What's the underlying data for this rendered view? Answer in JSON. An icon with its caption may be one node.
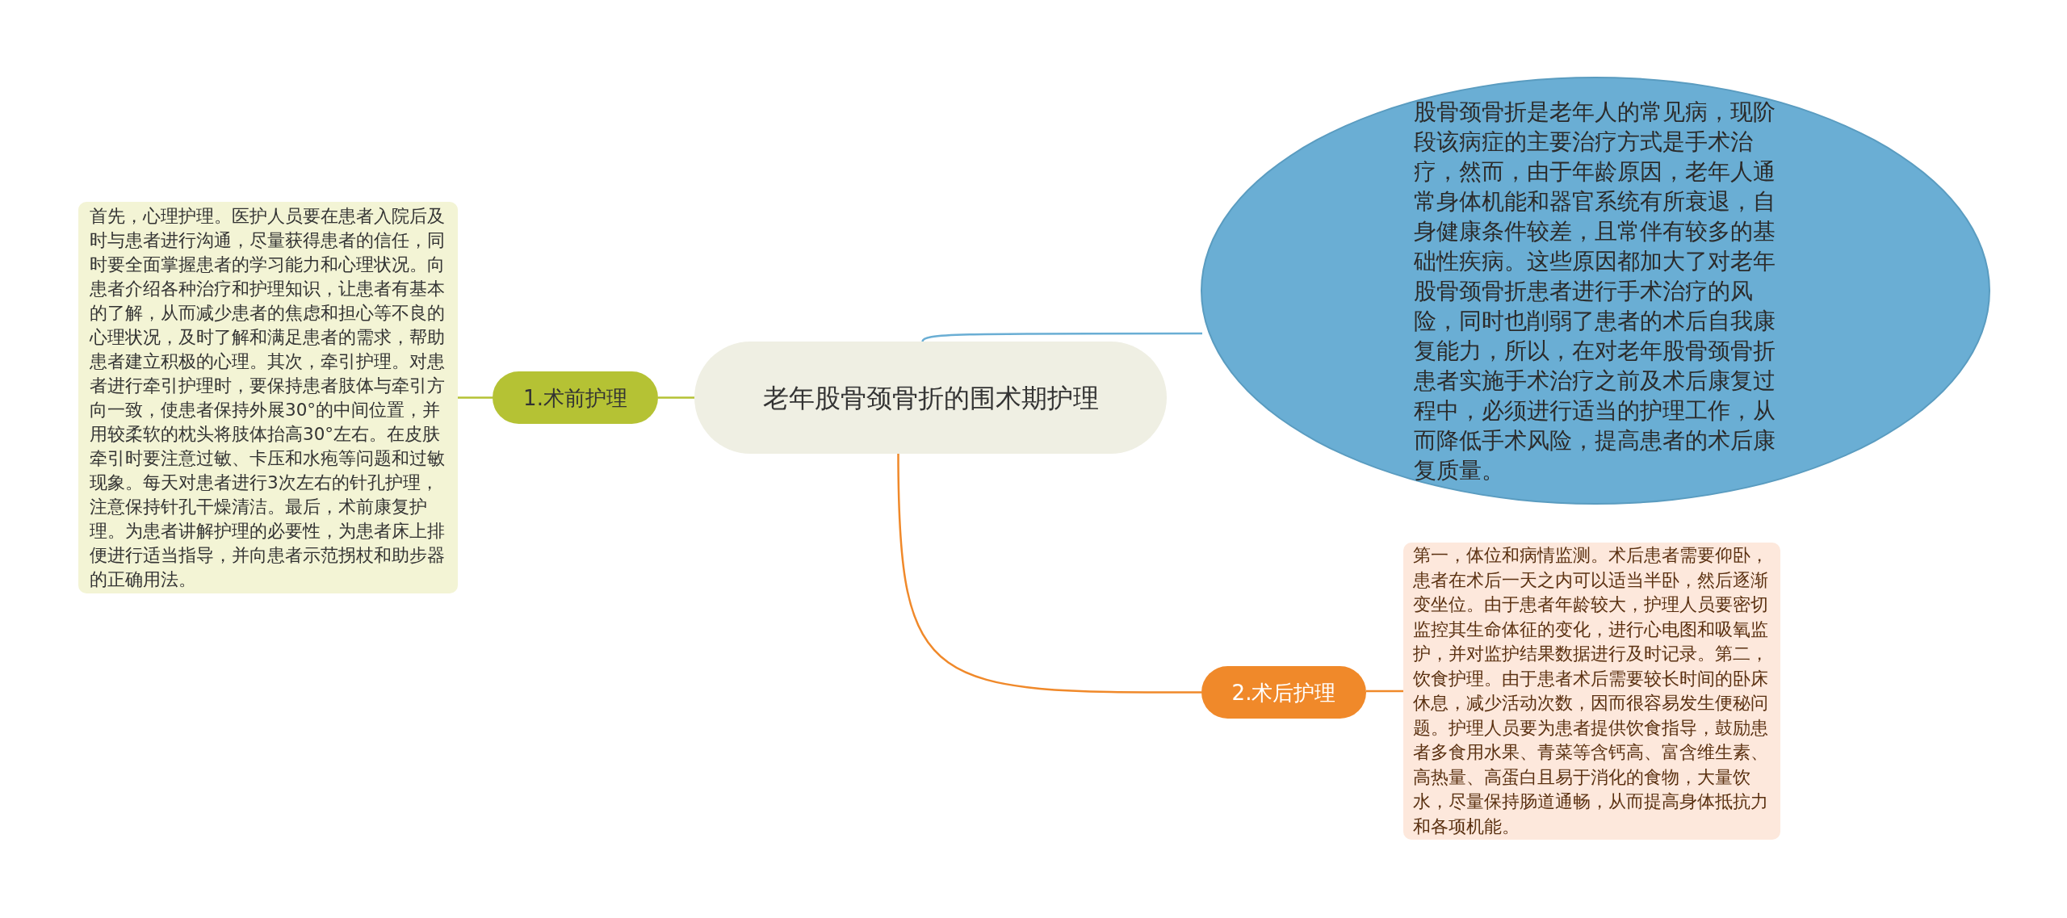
{
  "diagram": {
    "nodes": [
      {
        "text": [
          "老年股骨颈骨折的围术期护理"
        ]
      },
      {
        "text": [
          "股骨颈骨折是老年人的常见病，现阶段该病症的主要治疗方式是手术治疗，然而，由于年龄原因，老年人通常身体机能和器官系统有所衰退，自身健康条件较差，且常伴有较多的基础性疾病。这些原因都加大了对老年股骨颈骨折患者进行手术治疗的风险，同时也削弱了患者的术后自我康复能力，所以，在对老年股骨颈骨折患者实施手术治疗之前及术后康复过程中，必须进行适当的护理工作，从而降低手术风险，提高患者的术后康复质量。"
        ]
      },
      {
        "text": [
          "1.术前护理"
        ]
      },
      {
        "text": [
          "首先，心理护理。医护人员要在患者入院后及时与患者进行沟通，尽量获得患者的信任，同时要全面掌握患者的学习能力和心理状况。向患者介绍各种治疗和护理知识，让患者有基本的了解，从而减少患者的焦虑和担心等不良的心理状况，及时了解和满足患者的需求，帮助患者建立积极的心理。其次，牵引护理。对患者进行牵引护理时，要保持患者肢体与牵引方向一致，使患者保持外展30°的中间位置，并用较柔软的枕头将肢体抬高30°左右。在皮肤牵引时要注意过敏、卡压和水疱等问题和过敏现象。每天对患者进行3次左右的针孔护理，注意保持针孔干燥清洁。最后，术前康复护理。为患者讲解护理的必要性，为患者床上排便进行适当指导，并向患者示范拐杖和助步器的正确用法。"
        ]
      },
      {
        "text": [
          "2.术后护理"
        ]
      },
      {
        "text": [
          "第一，体位和病情监测。术后患者需要仰卧，患者在术后一天之内可以适当半卧，然后逐渐变坐位。由于患者年龄较大，护理人员要密切监控其生命体征的变化，进行心电图和吸氧监护，并对监护结果数据进行及时记录。第二，饮食护理。由于患者术后需要较长时间的卧床休息，减少活动次数，因而很容易发生便秘问题。护理人员要为患者提供饮食指导，鼓励患者多食用水果、青菜等含钙高、富含维生素、高热量、高蛋白且易于消化的食物，大量饮水，尽量保持肠道通畅，从而提高身体抵抗力和各项机能。"
        ]
      }
    ],
    "edges": [
      {
        "from": 0,
        "to": 1,
        "arrow": "none",
        "color": "#6aaed4"
      },
      {
        "from": 0,
        "to": 2,
        "arrow": "none",
        "color": "#b5c234"
      },
      {
        "from": 2,
        "to": 3,
        "arrow": "none",
        "color": "#b5c234"
      },
      {
        "from": 0,
        "to": 4,
        "arrow": "none",
        "color": "#f0892a"
      },
      {
        "from": 4,
        "to": 5,
        "arrow": "none",
        "color": "#f0892a"
      }
    ]
  }
}
